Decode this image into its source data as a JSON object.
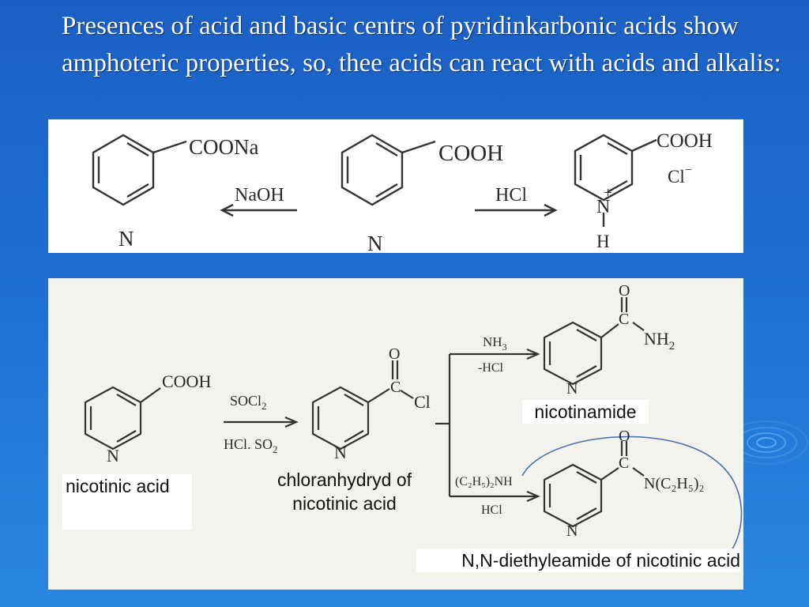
{
  "slide": {
    "title": "Presences of acid and basic centrs of pyridinkarbonic acids show amphoteric properties, so, thee acids can react with acids and alkalis:"
  },
  "top_scheme": {
    "left_group": "COONa",
    "left_reagent": "NaOH",
    "middle_group": "COOH",
    "right_reagent": "HCl",
    "right_group": "COOH",
    "chloride": "Cl",
    "chloride_charge": "−",
    "ring_n": "N",
    "plus": "+",
    "hydrogen": "H"
  },
  "bottom_scheme": {
    "nicotinic_group": "COOH",
    "reagent_top": "SOCl",
    "reagent_top_sub": "2",
    "reagent_bottom": "HCl. SO",
    "reagent_bottom_sub": "2",
    "acyl_o": "O",
    "acyl_c": "C",
    "acyl_cl": "Cl",
    "branch_top_reagent": "NH",
    "branch_top_reagent_sub": "3",
    "branch_top_byproduct": "-HCl",
    "branch_bottom_reagent": "(C₂H₅)₂NH",
    "branch_bottom_byproduct": "HCl",
    "amide_o": "O",
    "amide_c": "C",
    "amide_nh": "NH",
    "amide_nh_sub": "2",
    "diethyl_o": "O",
    "diethyl_c": "C",
    "diethyl_group": "N(C₂H₅)₂",
    "ring_n": "N",
    "labels": {
      "nicotinic_acid": "nicotinic acid",
      "chloranhydride_line1": "chloranhydryd of",
      "chloranhydride_line2": "nicotinic acid",
      "nicotinamide": "nicotinamide",
      "diethylamide": "N,N-diethyleamide of nicotinic acid"
    }
  }
}
